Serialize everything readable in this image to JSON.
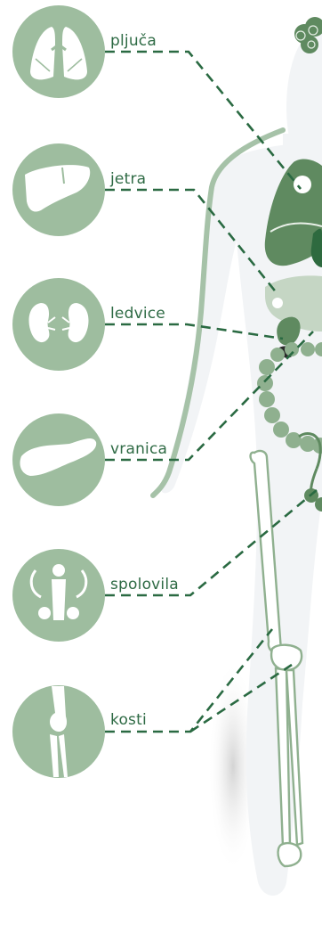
{
  "organs": [
    {
      "id": "lungs",
      "label": "pljuča",
      "icon": "lungs-icon"
    },
    {
      "id": "liver",
      "label": "jetra",
      "icon": "liver-icon"
    },
    {
      "id": "kidneys",
      "label": "ledvice",
      "icon": "kidneys-icon"
    },
    {
      "id": "spleen",
      "label": "vranica",
      "icon": "spleen-icon"
    },
    {
      "id": "genitals",
      "label": "spolovila",
      "icon": "reproductive-organs-icon"
    },
    {
      "id": "bones",
      "label": "kosti",
      "icon": "bone-icon"
    }
  ],
  "colors": {
    "icon_circle": "#9ebd9f",
    "icon_glyph": "#ffffff",
    "label_text": "#2f6b45",
    "leader_line": "#2a6a42",
    "body_silhouette": "#f2f4f6",
    "organ_dark": "#5f8a60",
    "organ_mid": "#8fb08f",
    "organ_light": "#c5d6c4",
    "skeleton_outline": "#8fb08f"
  }
}
